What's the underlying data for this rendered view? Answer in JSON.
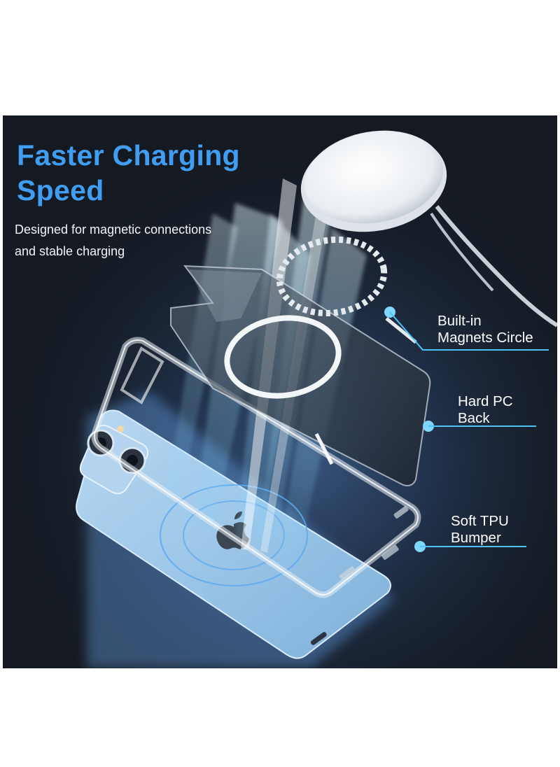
{
  "headline": {
    "line1": "Faster Charging",
    "line2": "Speed"
  },
  "subtitle": {
    "line1": "Designed for magnetic connections",
    "line2": "and stable charging"
  },
  "callouts": [
    {
      "line1": "Built-in",
      "line2": "Magnets Circle"
    },
    {
      "line1": "Hard PC",
      "line2": "Back"
    },
    {
      "line1": "Soft TPU",
      "line2": "Bumper"
    }
  ],
  "colors": {
    "background": "#151a22",
    "headline": "#3f9df2",
    "accent_line": "#4fc3f7",
    "phone_body": "#9cc6e8",
    "text": "#ffffff"
  },
  "icons": [
    "magsafe-charger-icon",
    "magnet-ring-icon",
    "apple-logo-icon",
    "camera-lens-icon"
  ]
}
